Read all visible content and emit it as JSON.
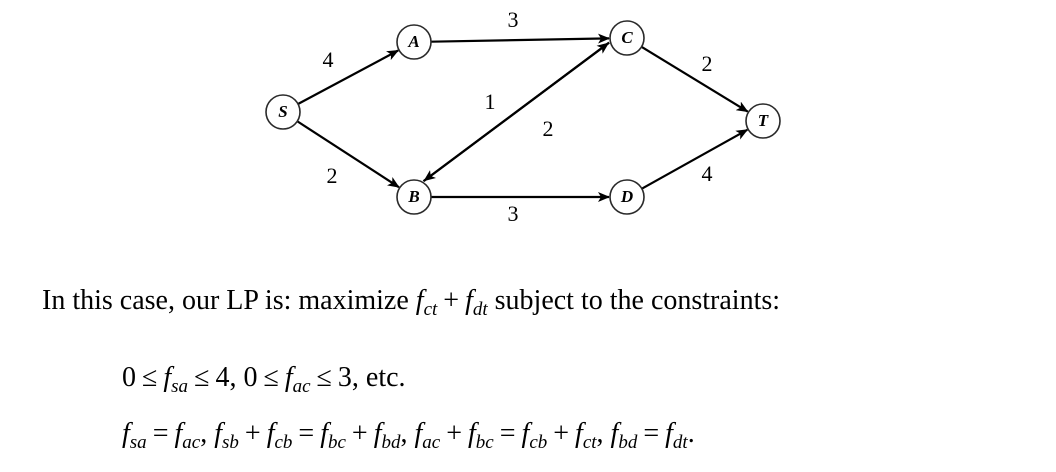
{
  "graph": {
    "nodes": [
      {
        "id": "S",
        "label": "S"
      },
      {
        "id": "A",
        "label": "A"
      },
      {
        "id": "B",
        "label": "B"
      },
      {
        "id": "C",
        "label": "C"
      },
      {
        "id": "D",
        "label": "D"
      },
      {
        "id": "T",
        "label": "T"
      }
    ],
    "edges": [
      {
        "from": "S",
        "to": "A",
        "weight": "4"
      },
      {
        "from": "S",
        "to": "B",
        "weight": "2"
      },
      {
        "from": "A",
        "to": "C",
        "weight": "3"
      },
      {
        "from": "B",
        "to": "C",
        "weight": "2"
      },
      {
        "from": "C",
        "to": "B",
        "weight": "1"
      },
      {
        "from": "B",
        "to": "D",
        "weight": "3"
      },
      {
        "from": "C",
        "to": "T",
        "weight": "2"
      },
      {
        "from": "D",
        "to": "T",
        "weight": "4"
      }
    ]
  },
  "text": {
    "intro_1": "In this case, our LP is: maximize ",
    "intro_2": " subject to the constraints:",
    "bounds_mid": ", ",
    "bounds_end": ", etc.",
    "plus": "+",
    "leq": "≤",
    "eq": "=",
    "zero": "0",
    "four": "4",
    "three": "3",
    "comma": ",",
    "period": ".",
    "f": "f",
    "sub_ct": "ct",
    "sub_dt": "dt",
    "sub_sa": "sa",
    "sub_ac": "ac",
    "sub_sb": "sb",
    "sub_cb": "cb",
    "sub_bc": "bc",
    "sub_bd": "bd"
  }
}
